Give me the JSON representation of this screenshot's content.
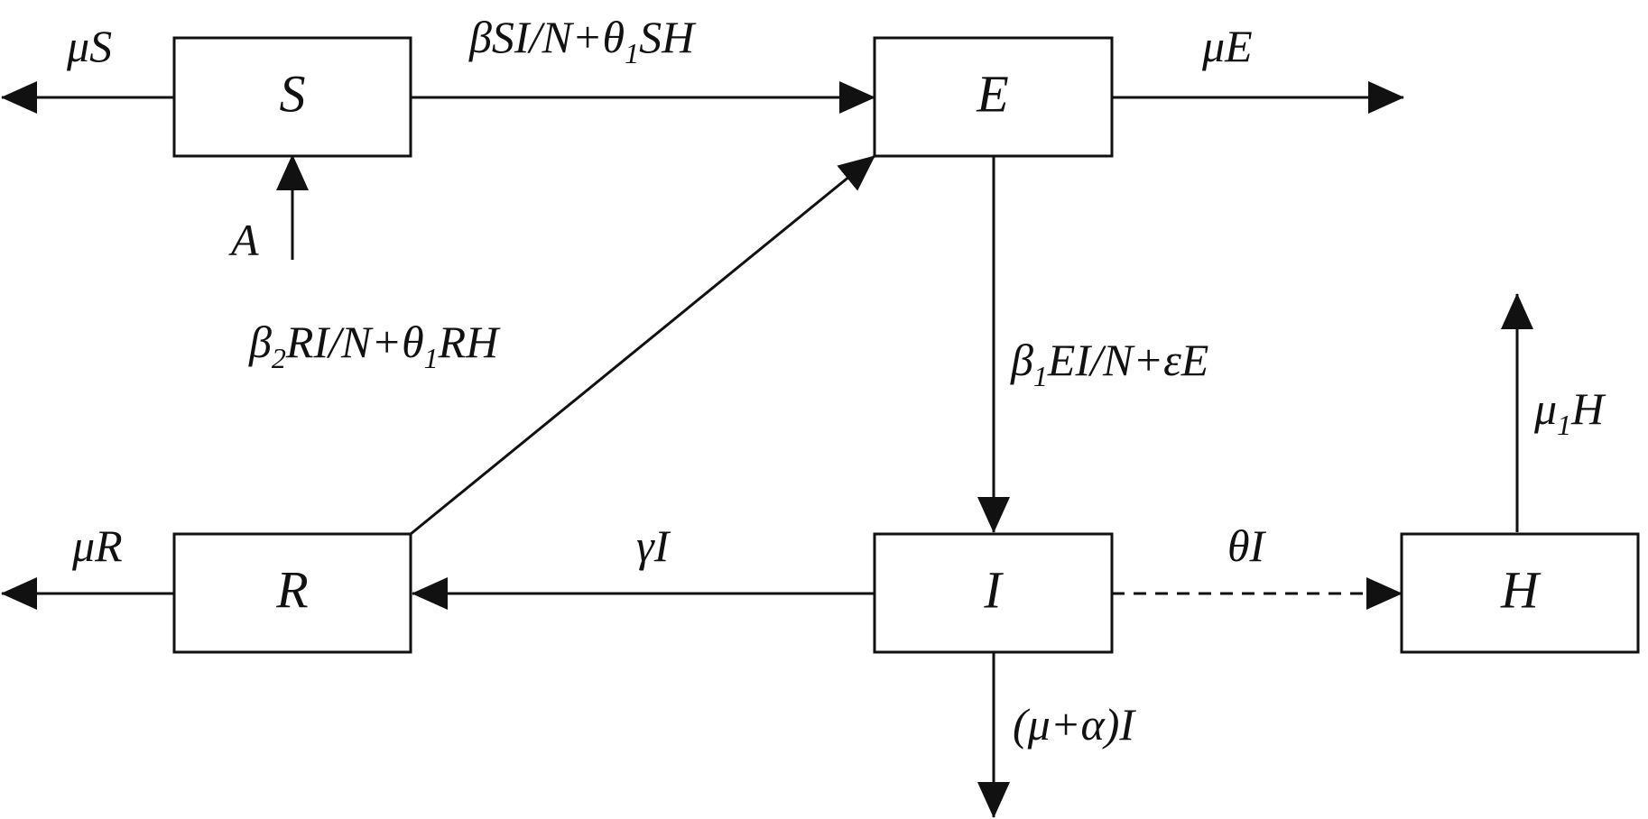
{
  "nodes": {
    "S": "S",
    "E": "E",
    "I": "I",
    "R": "R",
    "H": "H"
  },
  "edges": {
    "mu_s": "μS",
    "mu_e": "μE",
    "mu_r": "μR",
    "recruitment": "A",
    "s_to_e": {
      "a": "βSI/N+θ",
      "sub": "1",
      "b": "SH"
    },
    "r_to_e": {
      "a": "β",
      "sub1": "2",
      "b": "RI/N+θ",
      "sub2": "1",
      "c": "RH"
    },
    "e_to_i": {
      "a": "β",
      "sub": "1",
      "b": "EI/N+εE"
    },
    "i_to_r": "γI",
    "i_to_h": "θI",
    "i_death": "(μ+α)I",
    "h_death": {
      "a": "μ",
      "sub": "1",
      "b": "H"
    }
  }
}
